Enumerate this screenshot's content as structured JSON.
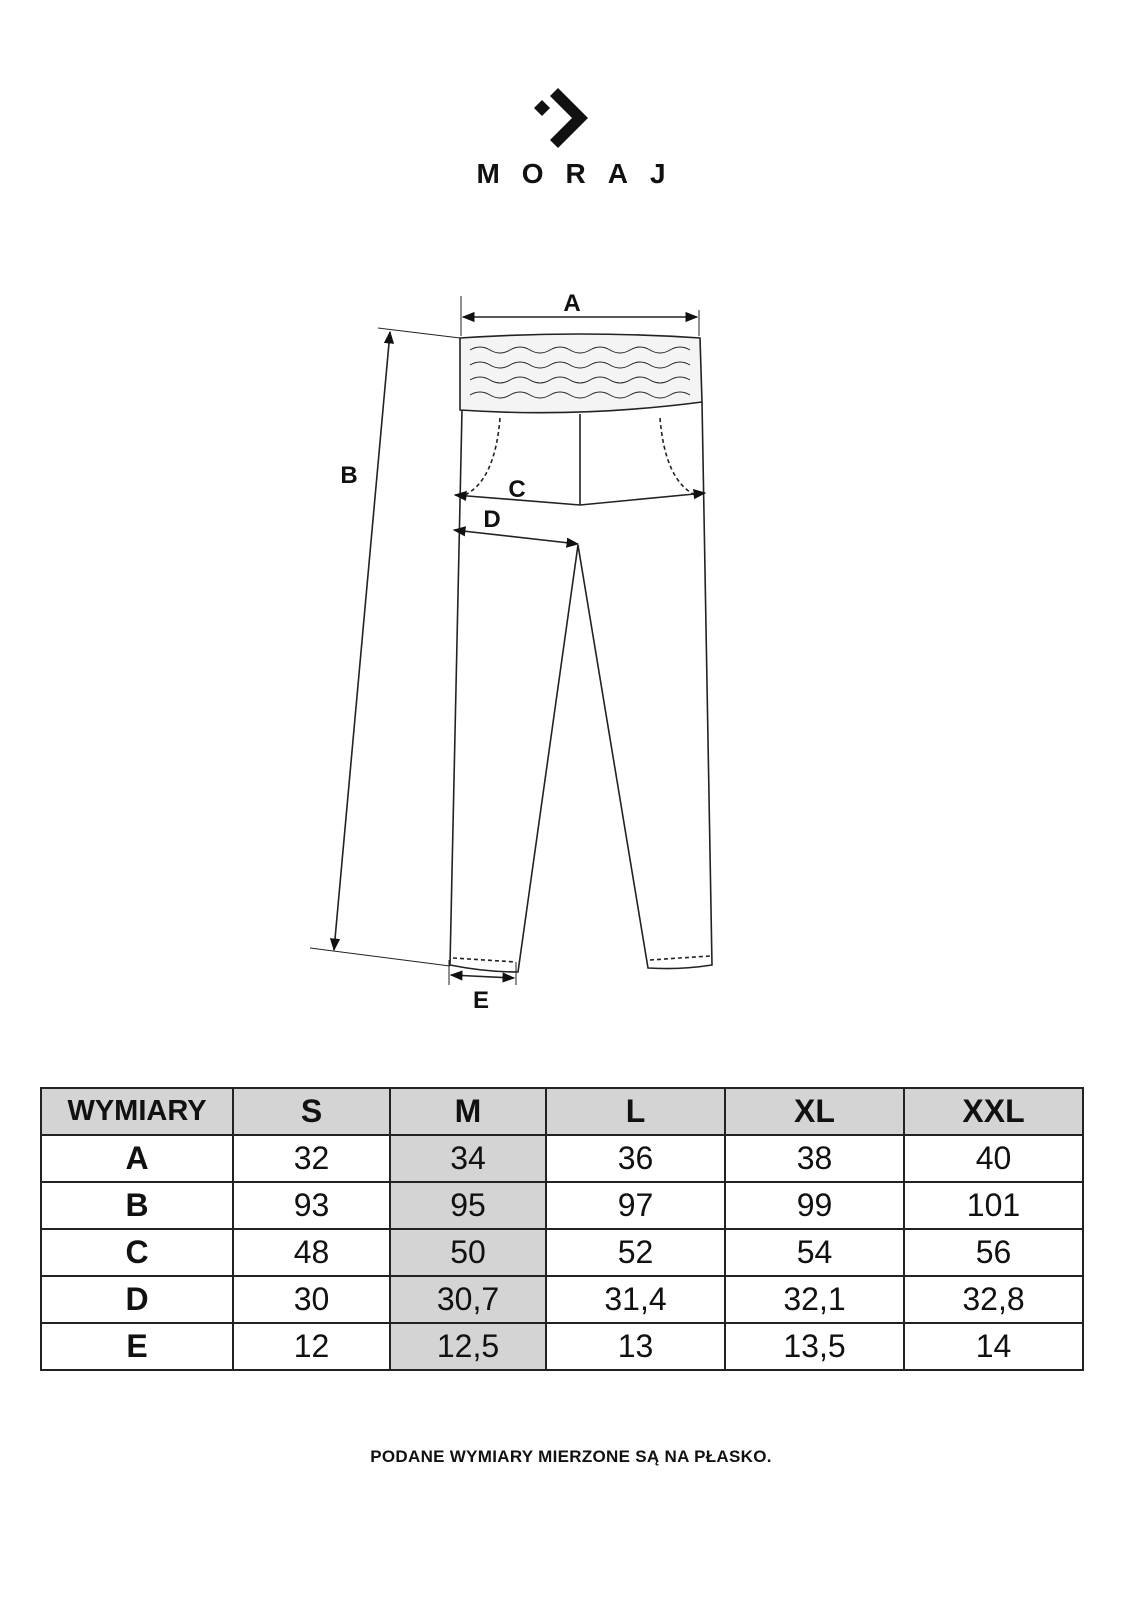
{
  "brand": {
    "name": "MORAJ",
    "logo_icon": "diamond-chevron-logo"
  },
  "diagram": {
    "labels": [
      "A",
      "B",
      "C",
      "D",
      "E"
    ]
  },
  "table": {
    "header": [
      "WYMIARY",
      "S",
      "M",
      "L",
      "XL",
      "XXL"
    ],
    "rows": [
      [
        "A",
        "32",
        "34",
        "36",
        "38",
        "40"
      ],
      [
        "B",
        "93",
        "95",
        "97",
        "99",
        "101"
      ],
      [
        "C",
        "48",
        "50",
        "52",
        "54",
        "56"
      ],
      [
        "D",
        "30",
        "30,7",
        "31,4",
        "32,1",
        "32,8"
      ],
      [
        "E",
        "12",
        "12,5",
        "13",
        "13,5",
        "14"
      ]
    ],
    "highlight_color": "#d4d4d4"
  },
  "note": "PODANE WYMIARY MIERZONE SĄ NA PŁASKO."
}
